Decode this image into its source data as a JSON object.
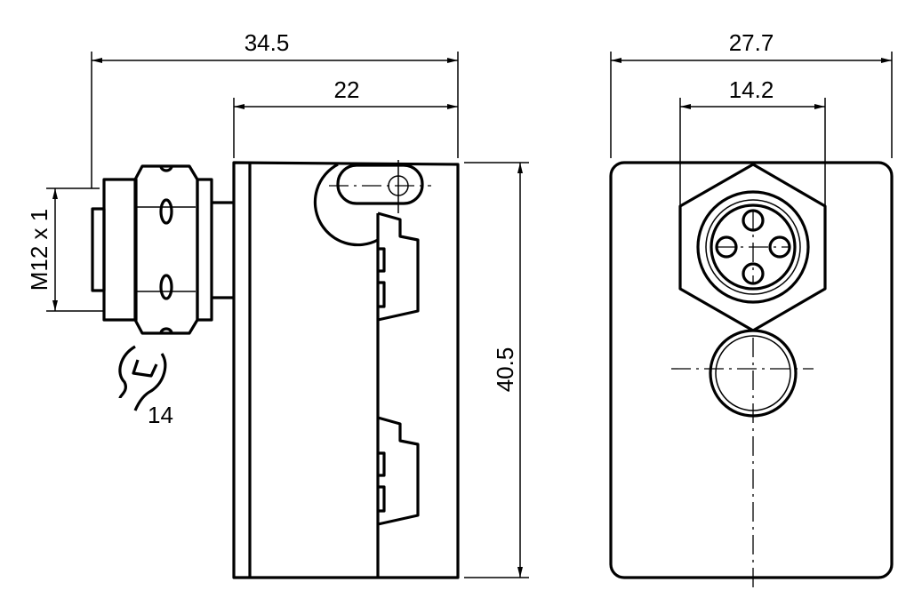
{
  "side_view": {
    "dim_overall_length": "34.5",
    "dim_body_length": "22",
    "dim_height": "40.5",
    "dim_thread": "M12 x 1",
    "wrench_size": "14"
  },
  "front_view": {
    "dim_width": "27.7",
    "dim_hex": "14.2"
  }
}
